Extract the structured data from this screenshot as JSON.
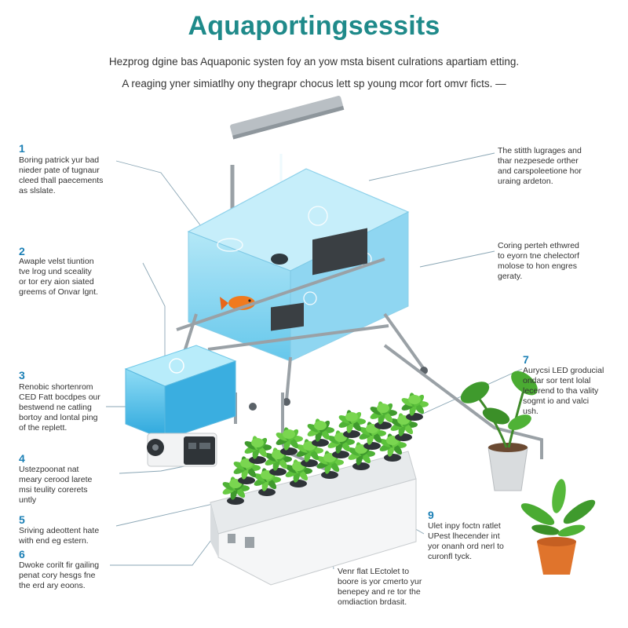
{
  "title": "Aquaportingsessits",
  "subtitle_1": "Hezprog dgine bas Aquaponic systen foy an yow msta bisent culrations apartiam etting.",
  "subtitle_2": "A reaging yner simiatlhy ony thegrapr chocus lett sp young mcor fort omvr ficts. —",
  "colors": {
    "title": "#1f8a8a",
    "number": "#1a7fb5",
    "water": "#7fd3f0",
    "plant": "#5cb82e"
  },
  "callouts": [
    {
      "num": "1",
      "text": "Boring patrick yur bad\nnieder pate of tugnaur\ncleed thall paecements\nas slslate."
    },
    {
      "num": "2",
      "text": "Awaple velst tiuntion\ntve lrog und sceality\nor tor ery aion siated\ngreems of Onvar lgnt."
    },
    {
      "num": "3",
      "text": "Renobic shortenrom\nCED Fatt bocdpes our\nbestwend ne catling\nbortoy and lontal ping\nof the replett."
    },
    {
      "num": "4",
      "text": "Ustezpoonat nat\nmeary cerood larete\nmsi teulity corerets\nuntly"
    },
    {
      "num": "5",
      "text": "Sriving adeottent hate\nwith end eg estern."
    },
    {
      "num": "6",
      "text": "Dwoke corilt fir gailing\npenat cory hesgs fne\nthe erd ary eoons."
    },
    {
      "num": "7",
      "text": "Aurycsi LED groducial\nondar sor tent lolal\nlecerend to tha vality\nsogmt io and valci\nush."
    },
    {
      "num": "9",
      "text": "Ulet inpy foctn ratlet\nUPest lhecender int\nyor onanh ord nerl to\ncuronfl tyck."
    }
  ],
  "notes": [
    {
      "text": "The stitth lugrages and\nthar nezpesede orther\nand carspoleetione hor\nuraing ardeton."
    },
    {
      "text": "Coring perteh ethwred\nto eyorn tne chelectorf\nmolose to hon engres\ngeraty."
    },
    {
      "text": "Venr flat LEctolet to\nboore is yor cmerto yur\nbenepey and re tor the\nomdiaction brdasit."
    }
  ]
}
